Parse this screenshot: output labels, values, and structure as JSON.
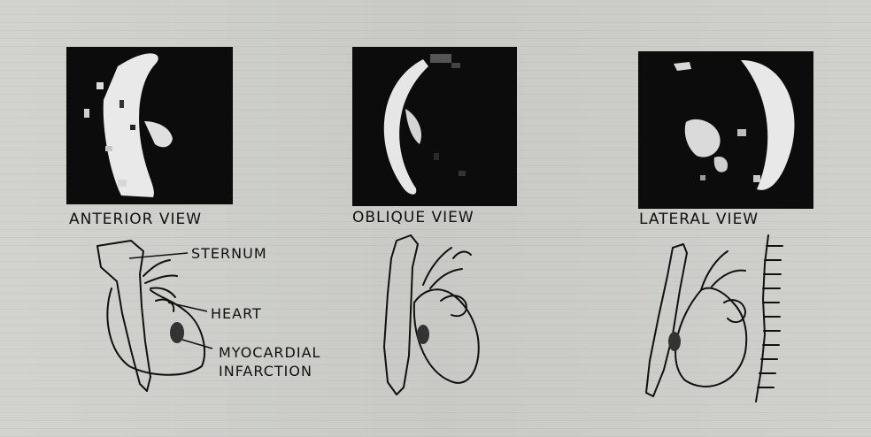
{
  "views": [
    {
      "caption": "ANTERIOR VIEW"
    },
    {
      "caption": "OBLIQUE VIEW"
    },
    {
      "caption": "LATERAL VIEW"
    }
  ],
  "labels": {
    "sternum": "STERNUM",
    "heart": "HEART",
    "infarction_line1": "MYOCARDIAL",
    "infarction_line2": "INFARCTION"
  }
}
